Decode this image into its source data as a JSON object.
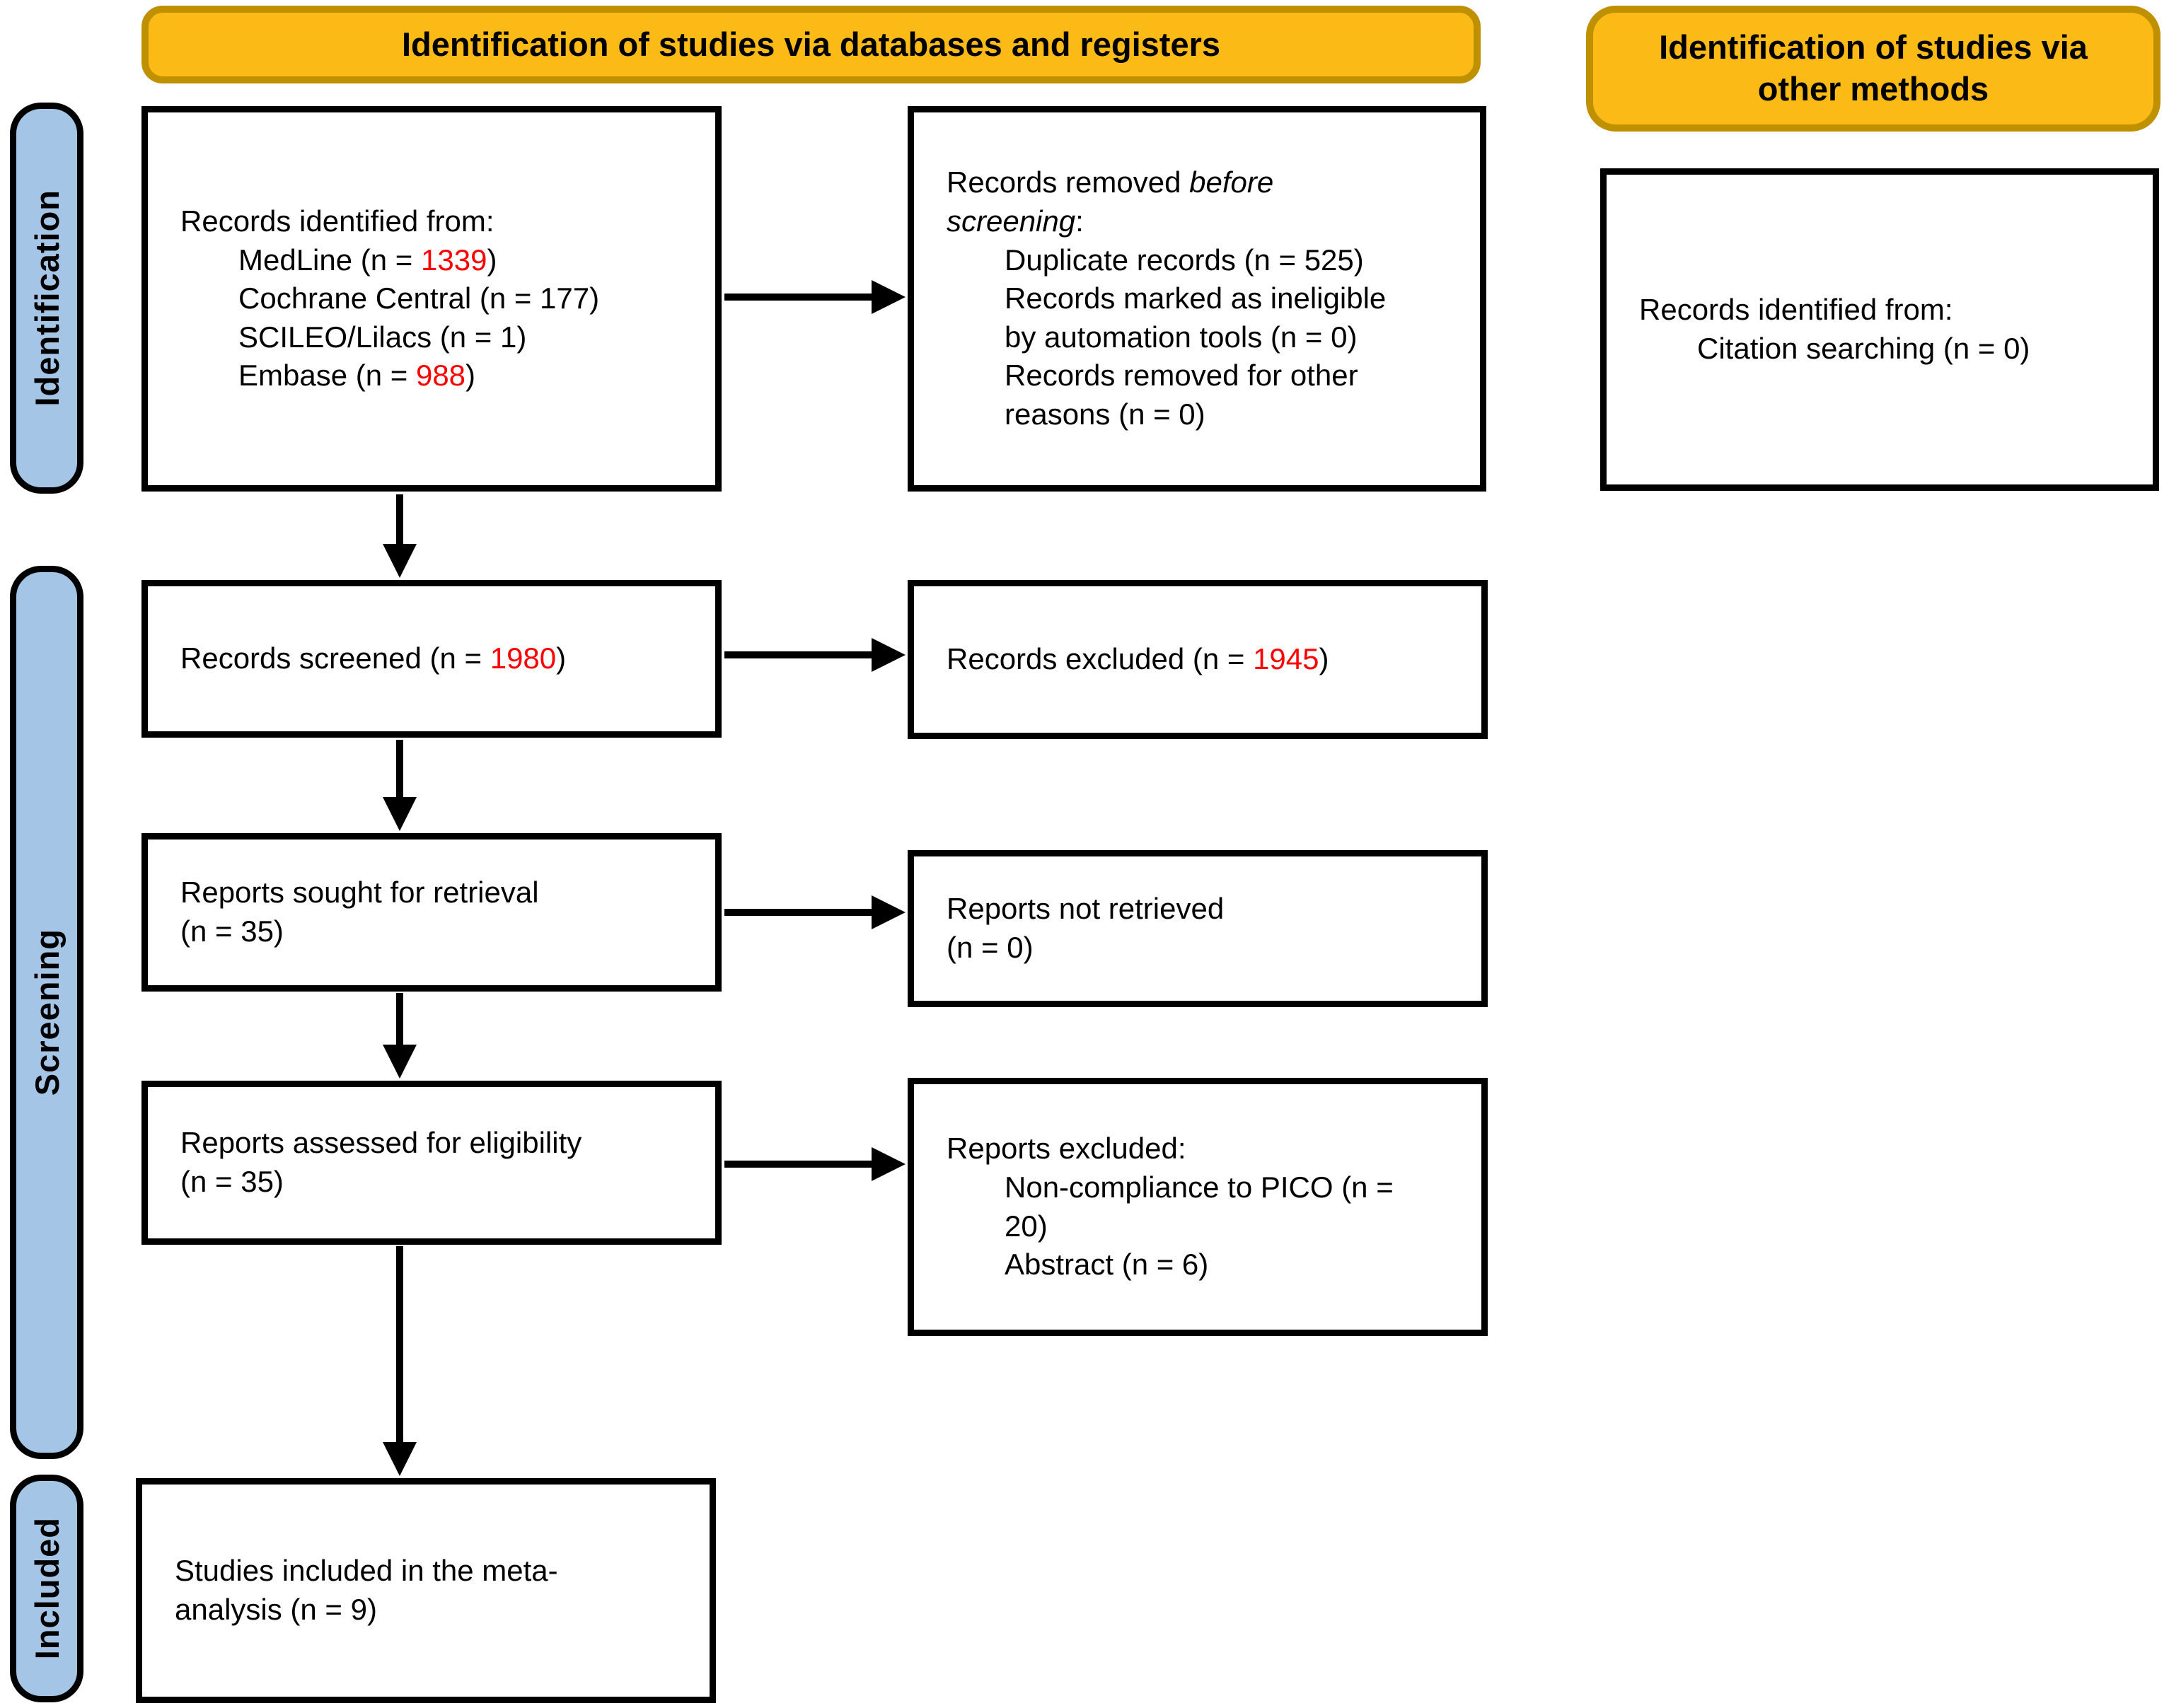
{
  "banners": {
    "databases": "Identification of studies via databases and registers",
    "other_methods": "Identification of studies via\nother methods"
  },
  "sidebar": {
    "identification": "Identification",
    "screening": "Screening",
    "included": "Included"
  },
  "boxes": {
    "records_identified": {
      "intro": "Records identified from:",
      "items": [
        {
          "pre": "MedLine (n = ",
          "red": "1339",
          "post": ")"
        },
        {
          "pre": "Cochrane Central (n = 177)",
          "red": "",
          "post": ""
        },
        {
          "pre": "SCILEO/Lilacs (n = 1)",
          "red": "",
          "post": ""
        },
        {
          "pre": "Embase (n = ",
          "red": "988",
          "post": ")"
        }
      ]
    },
    "records_removed": {
      "title_line1_normal": "Records removed ",
      "title_line1_italic": "before",
      "title_line2_italic": "screening",
      "title_line2_suffix": ":",
      "items": [
        "Duplicate records (n = 525)",
        "Records marked as ineligible\nby automation tools (n = 0)",
        "Records removed for other\nreasons (n = 0)"
      ]
    },
    "citation": {
      "intro": "Records identified from:",
      "item": "Citation searching (n = 0)"
    },
    "screened": {
      "pre": "Records screened (n = ",
      "red": "1980",
      "post": ")"
    },
    "excluded": {
      "pre": "Records excluded (n = ",
      "red": "1945",
      "post": ")"
    },
    "sought": {
      "text": "Reports sought for retrieval\n(n = 35)"
    },
    "not_retrieved": {
      "text": "Reports not retrieved\n(n = 0)"
    },
    "assessed": {
      "text": "Reports assessed for eligibility\n(n = 35)"
    },
    "reports_excluded": {
      "title": "Reports excluded:",
      "items": [
        "Non-compliance to PICO (n =\n20)",
        "Abstract (n = 6)"
      ]
    },
    "included_studies": {
      "text": "Studies included in the meta-\nanalysis (n = 9)"
    }
  },
  "colors": {
    "banner_fill": "#FBBA16",
    "banner_border": "#BF9000",
    "sidebar_fill": "#A5C5E7",
    "box_border": "#000000",
    "highlight_red": "#FF0000"
  }
}
